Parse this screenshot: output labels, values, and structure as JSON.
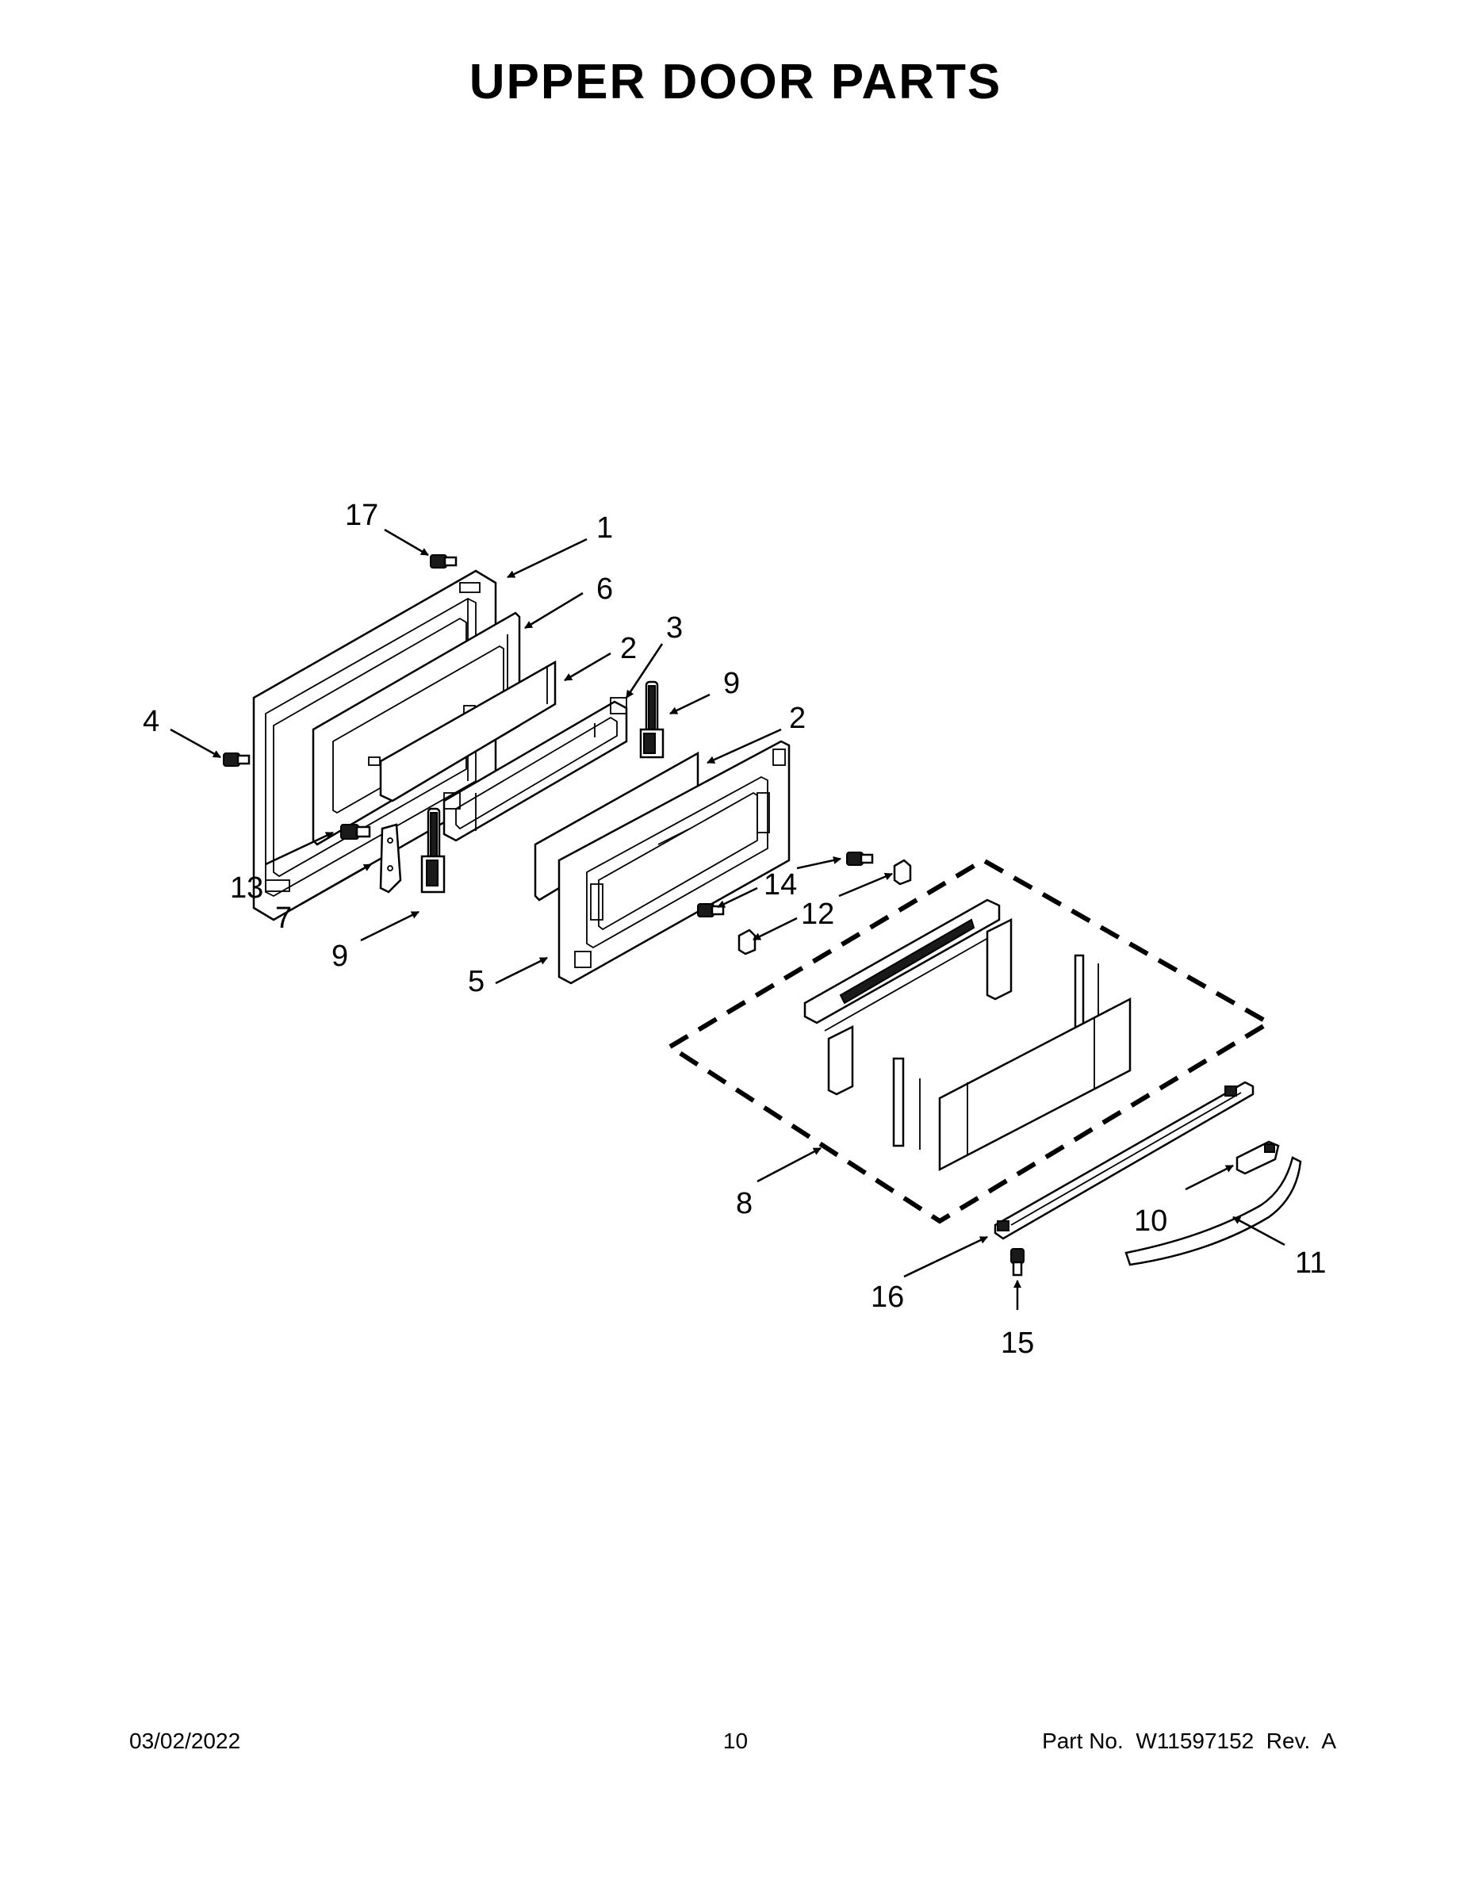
{
  "title": "UPPER DOOR PARTS",
  "callouts": [
    {
      "id": "c17",
      "label": "17"
    },
    {
      "id": "c1",
      "label": "1"
    },
    {
      "id": "c6",
      "label": "6"
    },
    {
      "id": "c2a",
      "label": "2"
    },
    {
      "id": "c3",
      "label": "3"
    },
    {
      "id": "c9a",
      "label": "9"
    },
    {
      "id": "c2b",
      "label": "2"
    },
    {
      "id": "c4",
      "label": "4"
    },
    {
      "id": "c13",
      "label": "13"
    },
    {
      "id": "c7",
      "label": "7"
    },
    {
      "id": "c9b",
      "label": "9"
    },
    {
      "id": "c14",
      "label": "14"
    },
    {
      "id": "c12",
      "label": "12"
    },
    {
      "id": "c5",
      "label": "5"
    },
    {
      "id": "c8",
      "label": "8"
    },
    {
      "id": "c10",
      "label": "10"
    },
    {
      "id": "c11",
      "label": "11"
    },
    {
      "id": "c16",
      "label": "16"
    },
    {
      "id": "c15",
      "label": "15"
    }
  ],
  "footer": {
    "date": "03/02/2022",
    "page": "10",
    "part_number": "Part No.  W11597152  Rev.  A"
  }
}
